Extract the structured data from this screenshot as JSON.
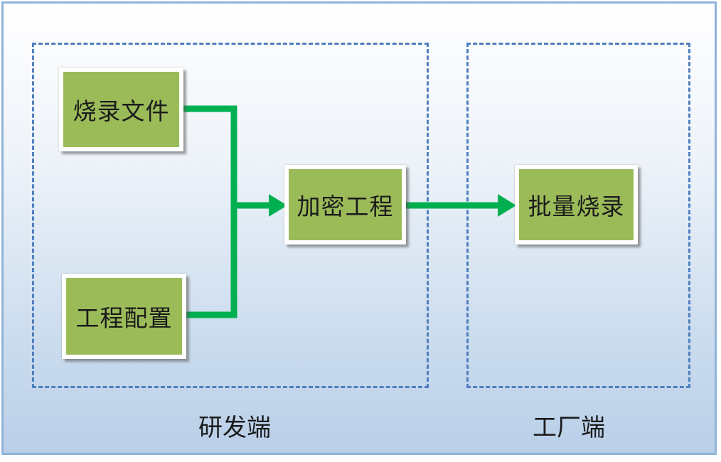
{
  "diagram": {
    "zones": {
      "dev": {
        "label": "研发端"
      },
      "factory": {
        "label": "工厂端"
      }
    },
    "boxes": {
      "burn_file": "烧录文件",
      "project_config": "工程配置",
      "encrypt_project": "加密工程",
      "batch_burn": "批量烧录"
    },
    "colors": {
      "box_fill": "#9bbb59",
      "arrow": "#00b050",
      "zone_border": "#4f7fbf",
      "background_bottom": "#b9cfe8"
    }
  }
}
